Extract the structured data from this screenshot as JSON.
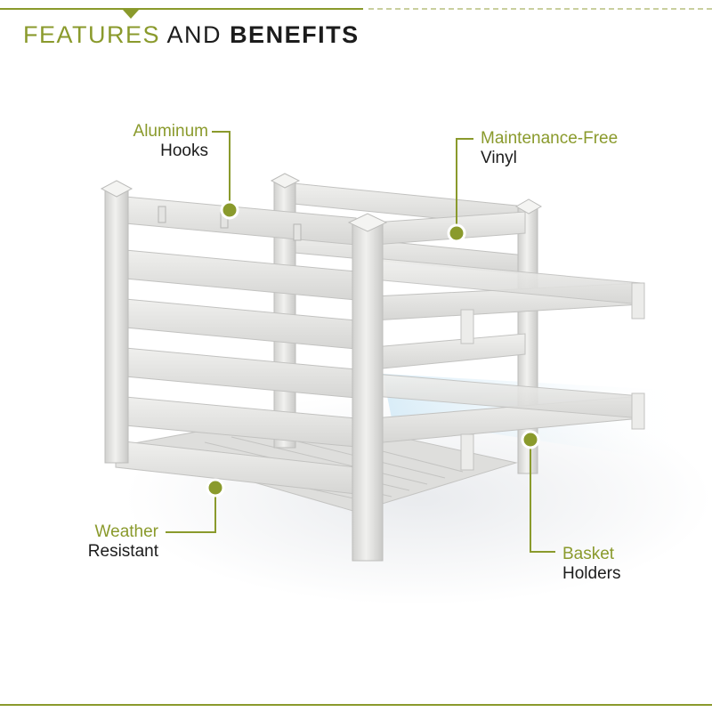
{
  "header": {
    "title_part1": "FEATURES",
    "title_part2": "AND",
    "title_part3": "BENEFITS"
  },
  "callouts": [
    {
      "id": "hooks",
      "line1": "Aluminum",
      "line2": "Hooks"
    },
    {
      "id": "vinyl",
      "line1": "Maintenance-Free",
      "line2": "Vinyl"
    },
    {
      "id": "weather",
      "line1": "Weather",
      "line2": "Resistant"
    },
    {
      "id": "basket",
      "line1": "Basket",
      "line2": "Holders"
    }
  ],
  "colors": {
    "accent": "#8a9a2c",
    "text": "#1c1c1c",
    "vinyl": "#e6e6e4"
  }
}
